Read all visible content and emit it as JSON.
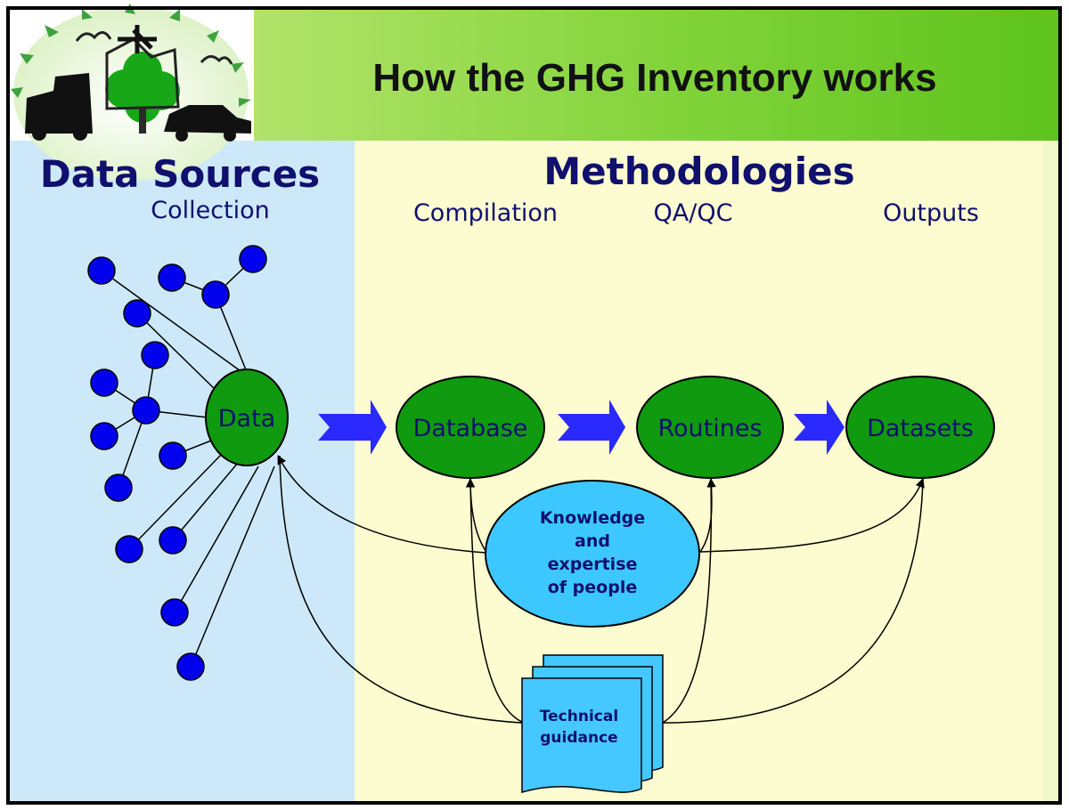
{
  "slide": {
    "title": "How the GHG Inventory works",
    "logo": "ghg-emissions-logo-icon"
  },
  "columns": {
    "left_heading": "Data Sources",
    "right_heading": "Methodologies",
    "stages": [
      "Collection",
      "Compilation",
      "QA/QC",
      "Outputs"
    ]
  },
  "nodes": {
    "data": "Data",
    "database": "Database",
    "routines": "Routines",
    "datasets": "Datasets",
    "knowledge": [
      "Knowledge",
      "and",
      "expertise",
      "of people"
    ],
    "guidance": [
      "Technical",
      "guidance"
    ]
  },
  "colors": {
    "header_green": "#5dc31c",
    "node_green": "#0f9a0f",
    "node_outline": "#000000",
    "source_dot": "#0000ee",
    "arrow_blue": "#2a2aff",
    "knowledge_fill": "#3cc8ff",
    "guidance_fill": "#44c8ff",
    "text_navy": "#00007a",
    "left_panel": "#cde9f9",
    "right_panel": "#fcfcd0"
  }
}
